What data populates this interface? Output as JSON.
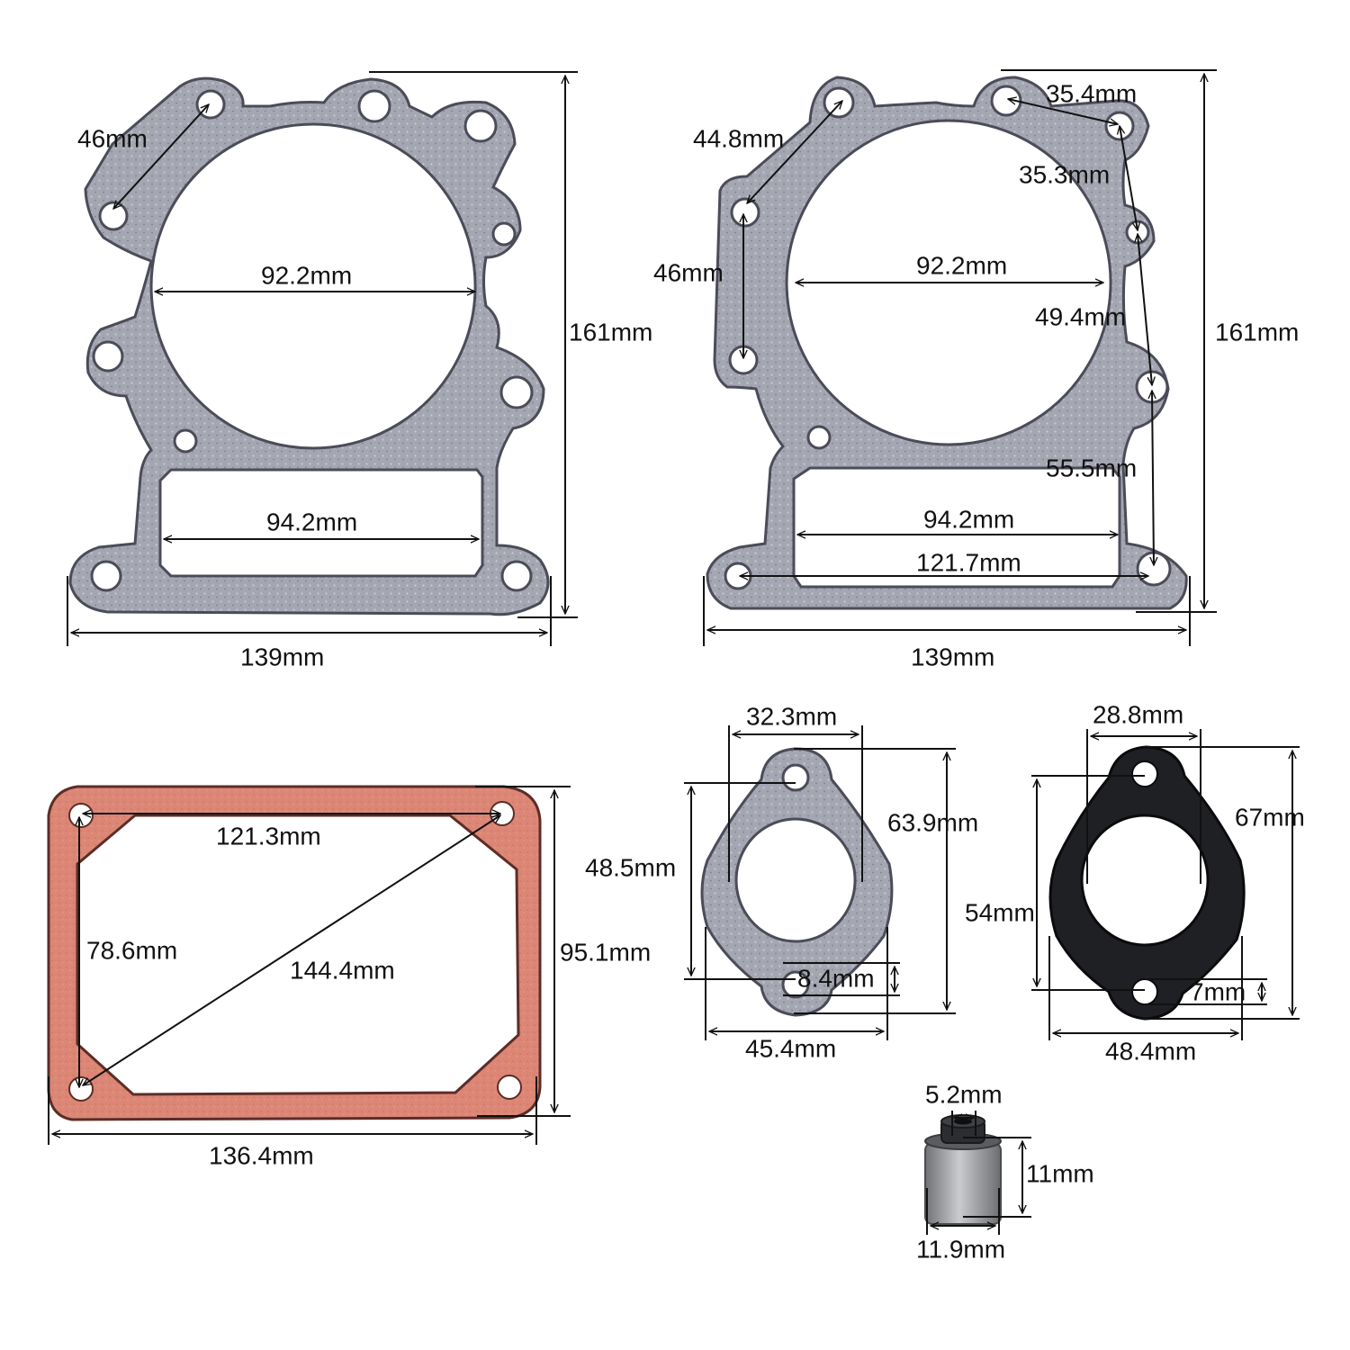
{
  "colors": {
    "metal_gasket": "#a4a6b2",
    "metal_edge": "#4b4c58",
    "red_gasket": "#dc8676",
    "red_edge": "#5c2d26",
    "black_gasket": "#1f2024",
    "seal_body": "#8e9094",
    "dimension_line": "#111111",
    "background": "#ffffff"
  },
  "icons": {
    "head_gasket": "engine-head-gasket-icon",
    "valve_cover_gasket": "valve-cover-gasket-icon",
    "intake_gasket": "intake-gasket-icon",
    "valve_seal": "valve-stem-seal-icon"
  },
  "head_gasket_left": {
    "hole_diagonal": "46mm",
    "bore": "92.2mm",
    "inner_window": "94.2mm",
    "height": "161mm",
    "width": "139mm"
  },
  "head_gasket_right": {
    "top_hole_spacing": "35.4mm",
    "left_diagonal": "44.8mm",
    "side_hole_spacing": "35.3mm",
    "left_vertical": "46mm",
    "bore": "92.2mm",
    "right_vertical_upper": "49.4mm",
    "height": "161mm",
    "right_vertical_lower": "55.5mm",
    "inner_window": "94.2mm",
    "bottom_hole_spacing": "121.7mm",
    "width": "139mm"
  },
  "valve_cover_gasket": {
    "hole_spacing_top": "121.3mm",
    "hole_spacing_side": "78.6mm",
    "hole_diagonal": "144.4mm",
    "height": "95.1mm",
    "width": "136.4mm"
  },
  "intake_gasket_silver": {
    "bore_width": "32.3mm",
    "height": "63.9mm",
    "hole_spacing": "48.5mm",
    "hole_diameter": "8.4mm",
    "width": "45.4mm"
  },
  "intake_gasket_black": {
    "bore_width": "28.8mm",
    "height": "67mm",
    "hole_spacing": "54mm",
    "hole_diameter": "7mm",
    "width": "48.4mm"
  },
  "valve_seal": {
    "inner_diameter": "5.2mm",
    "height": "11mm",
    "outer_diameter": "11.9mm"
  }
}
